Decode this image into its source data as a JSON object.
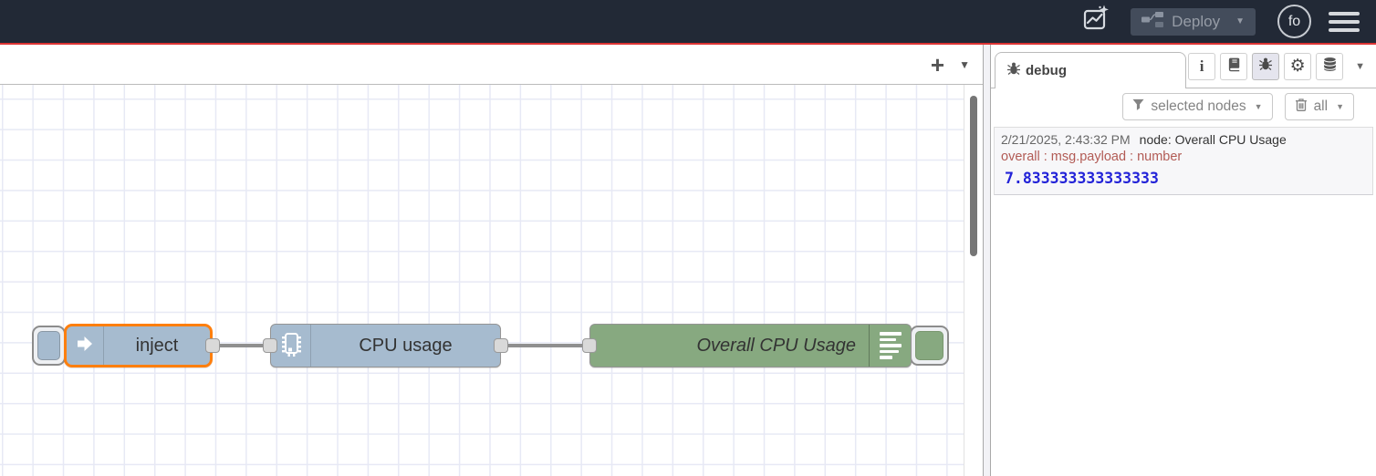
{
  "header": {
    "deploy_label": "Deploy",
    "avatar_initials": "fo"
  },
  "workspace": {
    "add_flow_glyph": "+"
  },
  "flow": {
    "nodes": [
      {
        "type": "inject",
        "label": "inject",
        "selected": true
      },
      {
        "type": "cpu",
        "label": "CPU usage"
      },
      {
        "type": "debug",
        "label": "Overall CPU Usage"
      }
    ]
  },
  "sidebar": {
    "tab_label": "debug",
    "filter_selected_label": "selected nodes",
    "clear_all_label": "all",
    "message": {
      "timestamp": "2/21/2025, 2:43:32 PM",
      "source": "node: Overall CPU Usage",
      "property": "overall : msg.payload : number",
      "value": "7.833333333333333"
    }
  },
  "icons": {
    "caret_glyph": "▼",
    "info_glyph": "i",
    "gear_glyph": "⚙"
  },
  "colors": {
    "header_bg": "#222936",
    "redline": "#dd3434",
    "selection_orange": "#ff7f0e",
    "node_blue": "#a6bbcf",
    "node_green": "#87a980",
    "wire_gray": "#8f8f8f",
    "debug_property_red": "#b25b55",
    "debug_number_blue": "#2323d8"
  }
}
